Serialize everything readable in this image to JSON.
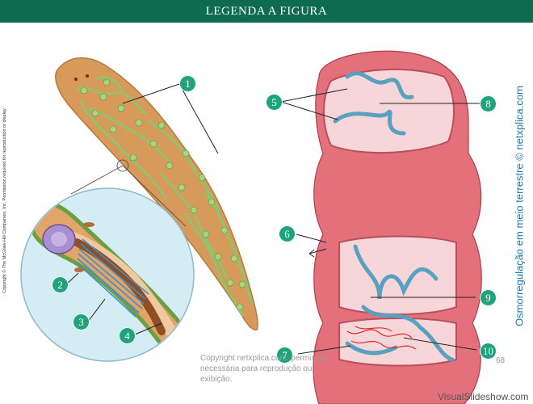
{
  "header": {
    "title": "LEGENDA A FIGURA"
  },
  "side_right_text": "Osmorregulação em meio terrestre © netxplica.com",
  "side_left_text": "Copyright © The McGraw-Hill Companies, Inc. Permission required for reproduction or display.",
  "footer": {
    "copyright_line1": "Copyright netxplica.com: permissão",
    "copyright_line2": "necessária para reprodução ou exibição.",
    "page_number": "68",
    "watermark": "VisualSlideshow.com"
  },
  "labels": [
    "1",
    "2",
    "3",
    "4",
    "5",
    "6",
    "7",
    "8",
    "9",
    "10"
  ],
  "colors": {
    "header_bg": "#0e6b4d",
    "marker": "#1fa37a",
    "side_text": "#1f78b4",
    "flatworm": "#d89a5a",
    "tubules": "#8fc46a",
    "tube": "#e4707b",
    "vessels": "#5aa0c0"
  }
}
